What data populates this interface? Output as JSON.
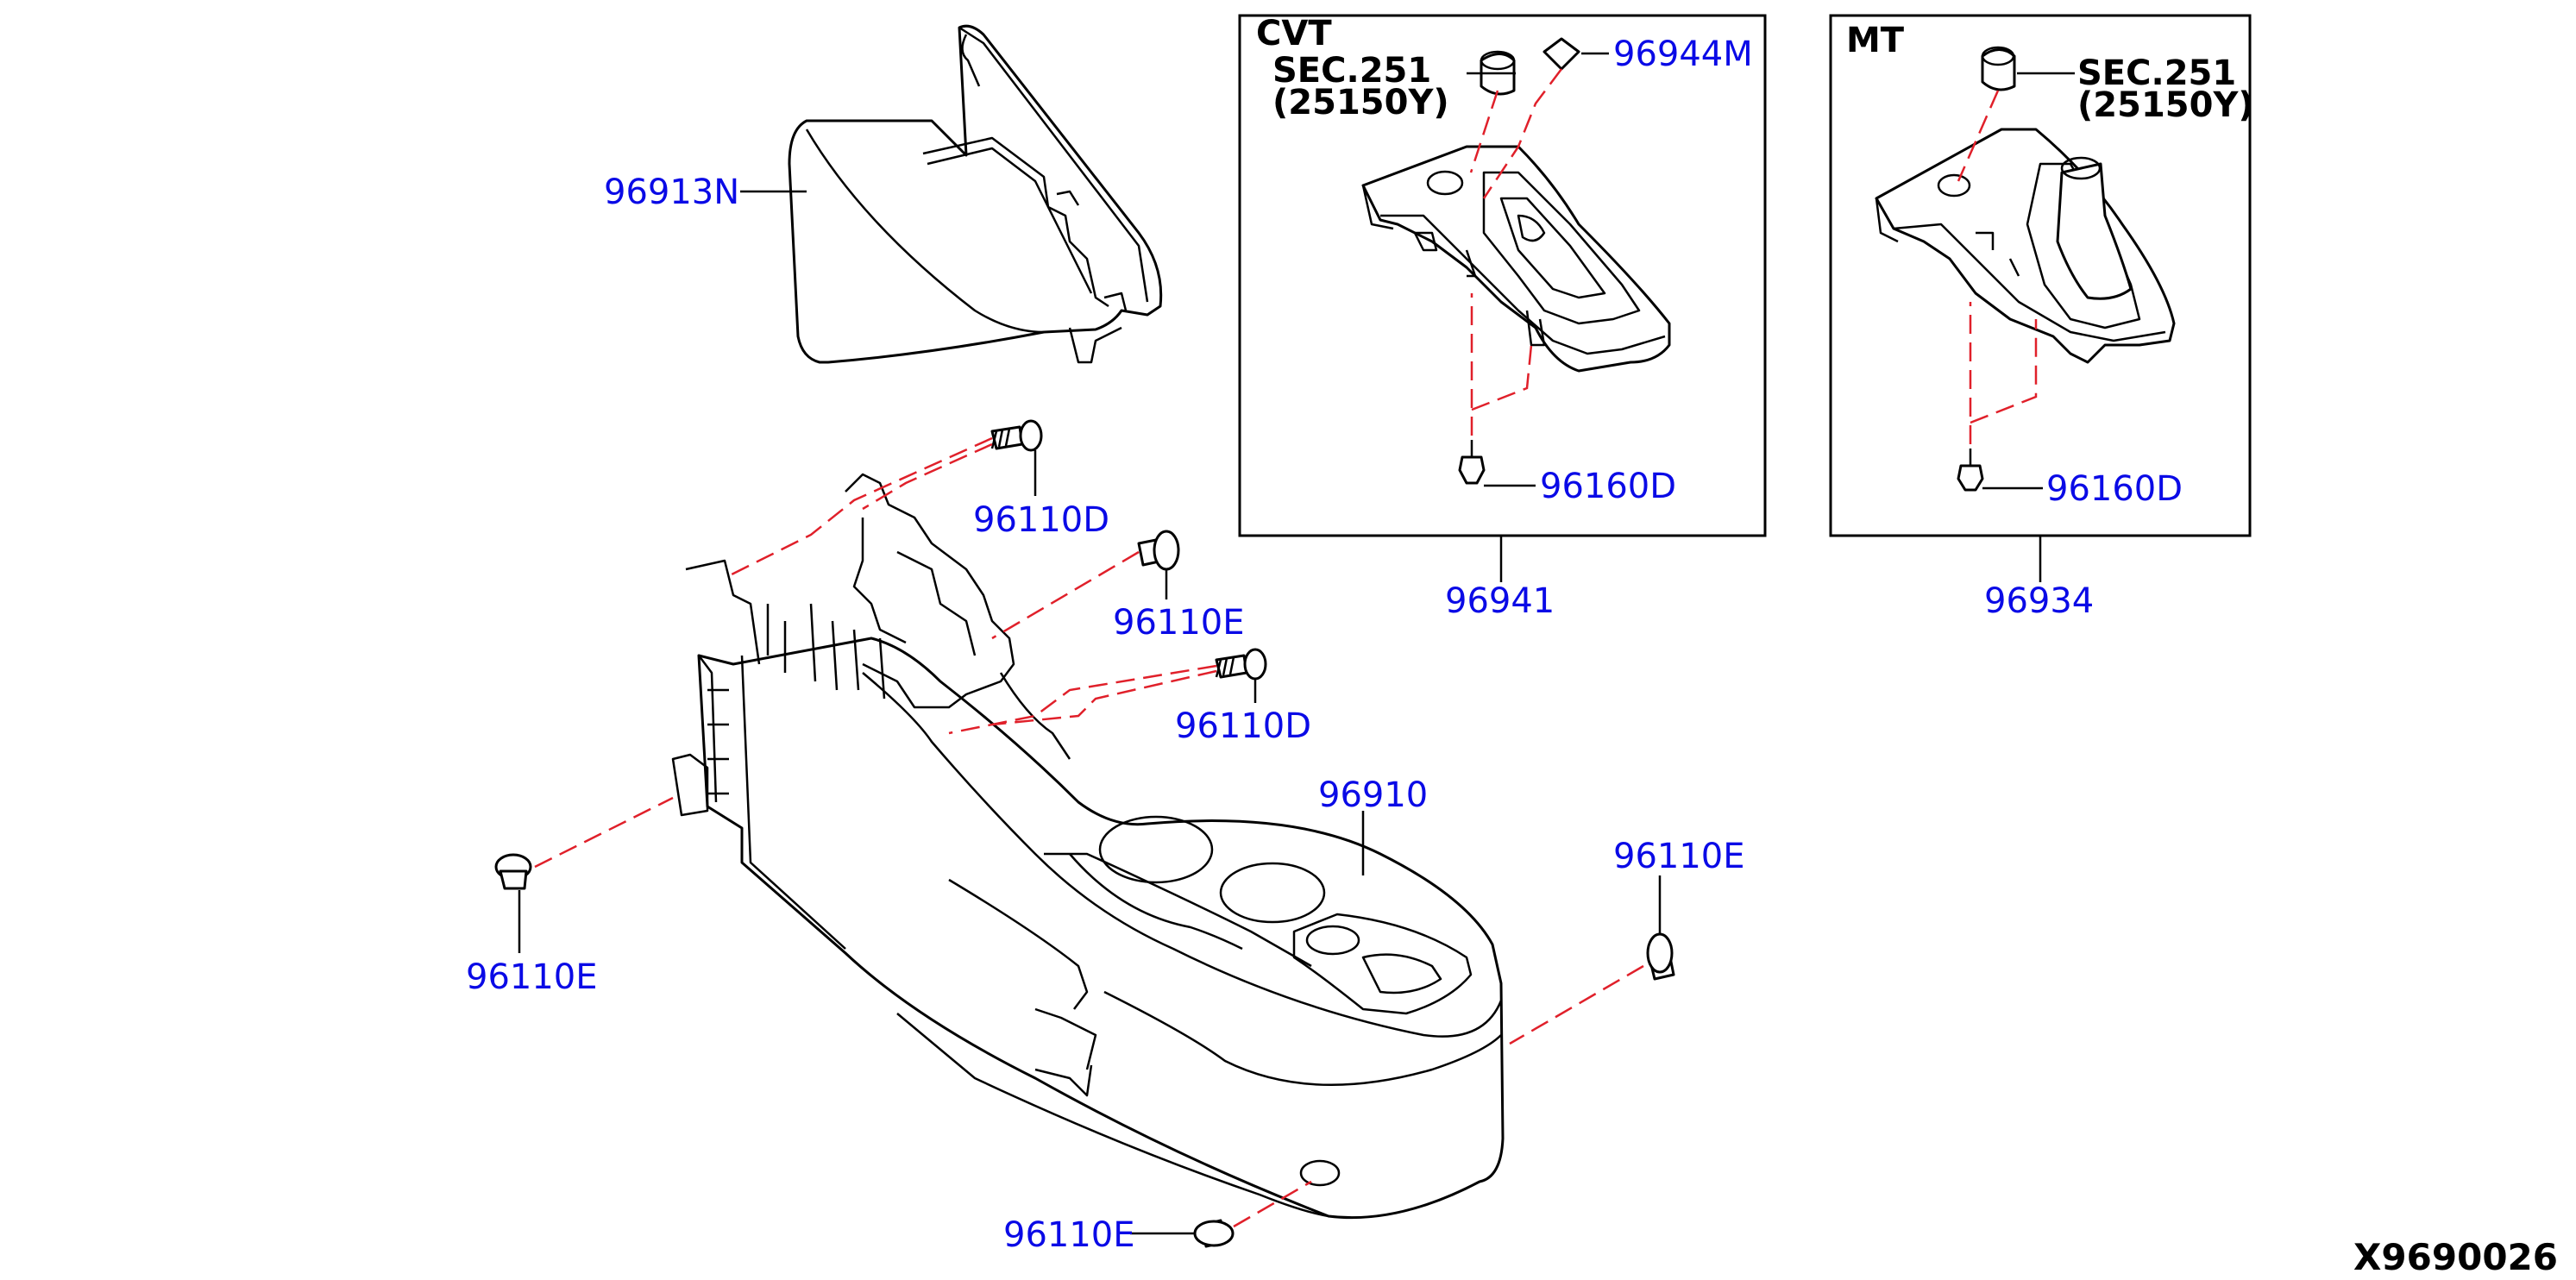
{
  "diagram_code": "X9690026",
  "colors": {
    "part_number": "#0a0ae6",
    "section_ref": "#8a22d8",
    "dash_line": "#e0202a",
    "line": "#000000"
  },
  "labels": {
    "armrest": "96913N",
    "screw_top": "96110D",
    "clip_mid": "96110E",
    "screw_right": "96110D",
    "console": "96910",
    "clip_left": "96110E",
    "clip_right": "96110E",
    "clip_bottom": "96110E"
  },
  "cvt_box": {
    "title": "CVT",
    "sec_prefix": "SEC.",
    "sec_number": "251",
    "sec_part": "(25150Y)",
    "cap_label": "96944M",
    "bolt_label": "96160D",
    "assembly_label": "96941"
  },
  "mt_box": {
    "title": "MT",
    "sec_prefix": "SEC.",
    "sec_number": "251",
    "sec_part": "(25150Y)",
    "bolt_label": "96160D",
    "assembly_label": "96934"
  }
}
